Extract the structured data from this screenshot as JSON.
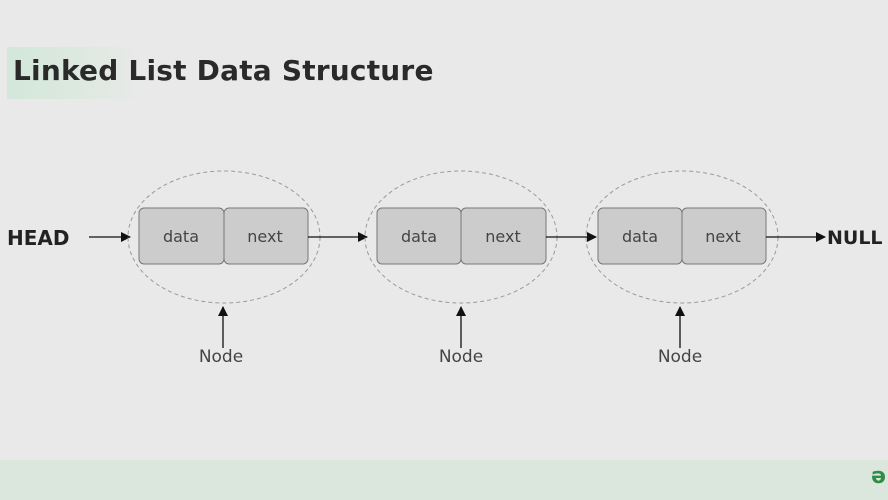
{
  "title": "Linked List Data Structure",
  "head_label": "HEAD",
  "null_label": "NULL",
  "nodes": [
    {
      "data_label": "data",
      "next_label": "next",
      "caption": "Node"
    },
    {
      "data_label": "data",
      "next_label": "next",
      "caption": "Node"
    },
    {
      "data_label": "data",
      "next_label": "next",
      "caption": "Node"
    }
  ],
  "brand_mark": "ə",
  "colors": {
    "background": "#e9e9e9",
    "cell_fill": "#cccccc",
    "cell_border": "#777777",
    "footer": "#dbe7dd",
    "brand": "#2f8d46"
  }
}
